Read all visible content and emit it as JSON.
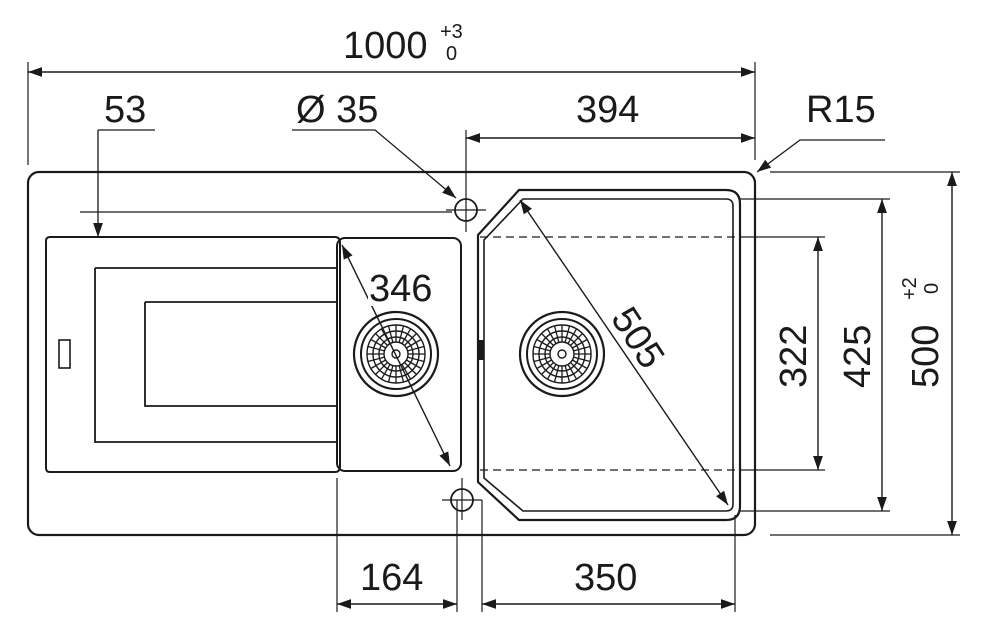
{
  "dimensions": {
    "width_total": "1000",
    "width_tol_upper": "+3",
    "width_tol_lower": "0",
    "drainer_offset": "53",
    "hole_diameter": "Ø 35",
    "main_bowl_width": "394",
    "corner_radius": "R15",
    "small_bowl_diag": "346",
    "main_bowl_diag": "505",
    "inner_depth": "322",
    "bowl_depth": "425",
    "depth_total": "500",
    "depth_tol_upper": "+2",
    "depth_tol_lower": "0",
    "small_bowl_width": "164",
    "bowl_span": "350"
  },
  "colors": {
    "line": "#1a1a1a",
    "background": "#ffffff"
  }
}
